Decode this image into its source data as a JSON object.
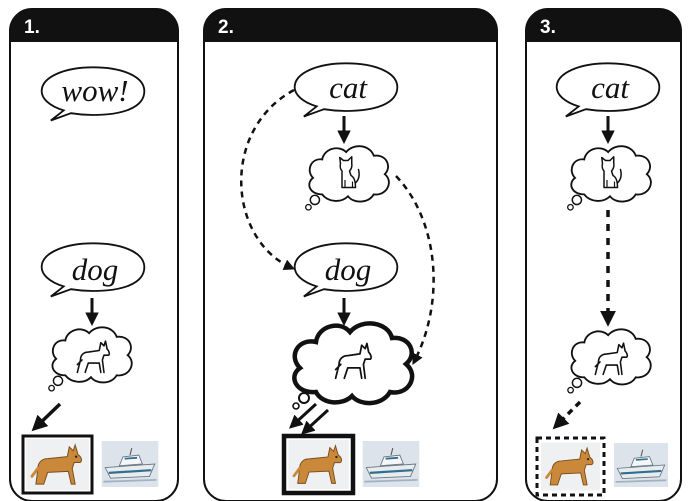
{
  "panels": [
    {
      "number": "1.",
      "bubbles": [
        "wow!",
        "dog"
      ],
      "thought_icons": [
        "dog-silhouette-icon"
      ],
      "photos": [
        "dog-photo",
        "boat-photo"
      ]
    },
    {
      "number": "2.",
      "bubbles": [
        "cat",
        "dog"
      ],
      "thought_icons": [
        "cat-silhouette-icon",
        "dog-silhouette-icon"
      ],
      "photos": [
        "dog-photo",
        "boat-photo"
      ]
    },
    {
      "number": "3.",
      "bubbles": [
        "cat"
      ],
      "thought_icons": [
        "cat-silhouette-icon",
        "dog-silhouette-icon"
      ],
      "photos": [
        "dog-photo",
        "boat-photo"
      ]
    }
  ],
  "colors": {
    "ink": "#111111",
    "paper": "#ffffff",
    "dog_fur": "#c9883a",
    "photo_bg": "#dde3ea",
    "boat_hull": "#e8ecef",
    "boat_stripe": "#2f6f8f"
  }
}
